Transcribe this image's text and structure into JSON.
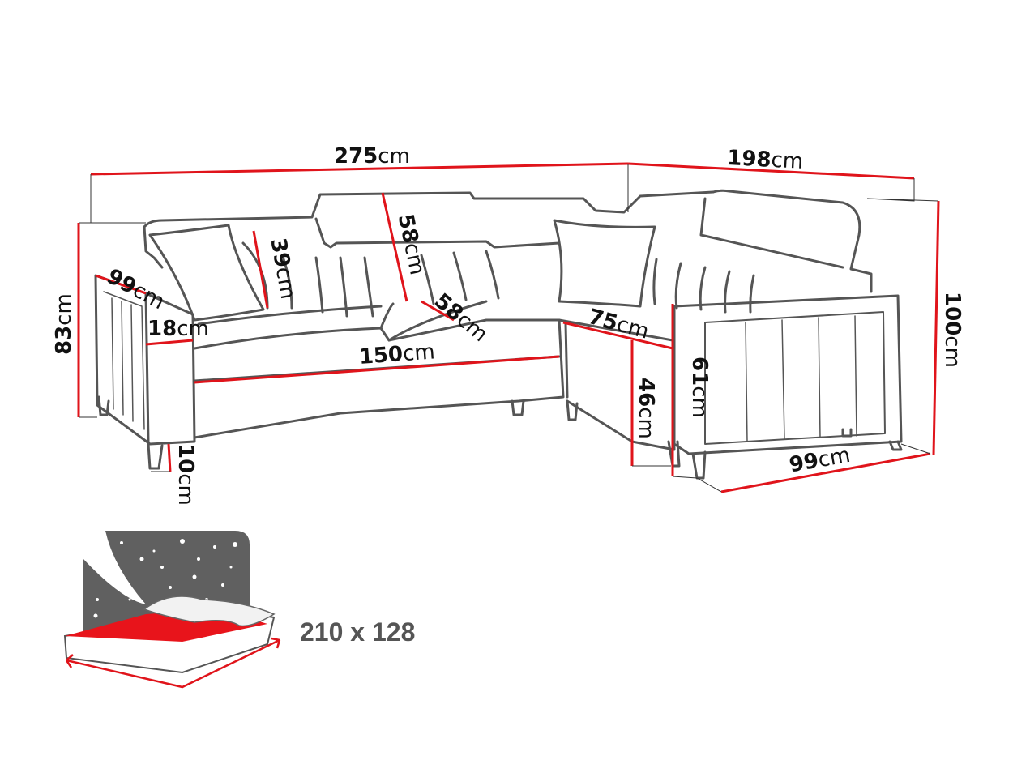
{
  "diagram": {
    "subject": "corner-sofa-dimensions",
    "unit": "cm",
    "colors": {
      "dimension_line": "#e0141b",
      "outline": "#555555",
      "text": "#111111",
      "bed_icon_gray": "#606060"
    },
    "dimensions": {
      "total_width": {
        "value": "275",
        "unit": "cm"
      },
      "side_width": {
        "value": "198",
        "unit": "cm"
      },
      "total_height_left": {
        "value": "83",
        "unit": "cm"
      },
      "total_height_right": {
        "value": "100",
        "unit": "cm"
      },
      "armrest_depth": {
        "value": "99",
        "unit": "cm"
      },
      "armrest_width": {
        "value": "18",
        "unit": "cm"
      },
      "backrest_height": {
        "value": "39",
        "unit": "cm"
      },
      "headrest_height": {
        "value": "58",
        "unit": "cm"
      },
      "seat_depth": {
        "value": "58",
        "unit": "cm"
      },
      "seat_width": {
        "value": "150",
        "unit": "cm"
      },
      "corner_seat": {
        "value": "75",
        "unit": "cm"
      },
      "seat_height": {
        "value": "46",
        "unit": "cm"
      },
      "arm_height": {
        "value": "61",
        "unit": "cm"
      },
      "side_depth": {
        "value": "99",
        "unit": "cm"
      },
      "leg_height": {
        "value": "10",
        "unit": "cm"
      }
    },
    "sleeping_area": {
      "label": "210 x 128",
      "icon": "bed-icon"
    }
  }
}
